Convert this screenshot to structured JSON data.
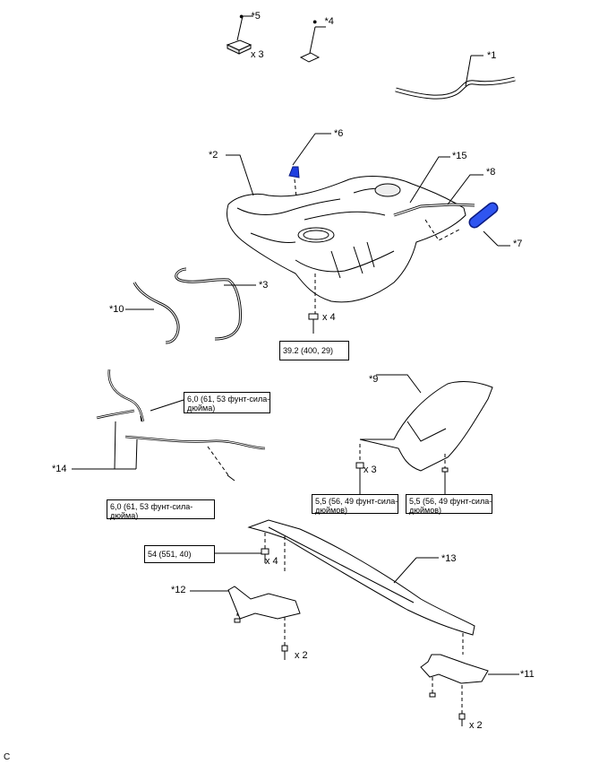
{
  "diagram": {
    "labels": {
      "p1": "*1",
      "p2": "*2",
      "p3": "*3",
      "p4": "*4",
      "p5": "*5",
      "p6": "*6",
      "p7": "*7",
      "p8": "*8",
      "p9": "*9",
      "p10": "*10",
      "p11": "*11",
      "p12": "*12",
      "p13": "*13",
      "p14": "*14",
      "p15": "*15"
    },
    "bullet": "●",
    "quantities": {
      "q_x3_top": "x 3",
      "q_x4_tank": "x 4",
      "q_x3_protector": "x 3",
      "q_x4_crossmember": "x 4",
      "q_x2_bracket_left": "x 2",
      "q_x2_bracket_right": "x 2"
    },
    "torques": {
      "t_tank": "39.2 (400, 29)",
      "t_line_upper": [
        "6,0 (61, 53 фунт-сила-",
        "дюйма)"
      ],
      "t_line_lower": [
        "6,0 (61, 53 фунт-сила-",
        "дюйма)"
      ],
      "t_protector_left": [
        "5,5 (56, 49 фунт-сила-",
        "дюймов)"
      ],
      "t_protector_right": [
        "5,5 (56, 49 фунт-сила-",
        "дюймов)"
      ],
      "t_crossmember": "54 (551, 40)"
    },
    "figure_code": "C",
    "colors": {
      "line": "#000000",
      "part_fill": "#ffffff",
      "shade": "#d8d8d8",
      "highlight_blue": "#1f3fe0"
    }
  }
}
